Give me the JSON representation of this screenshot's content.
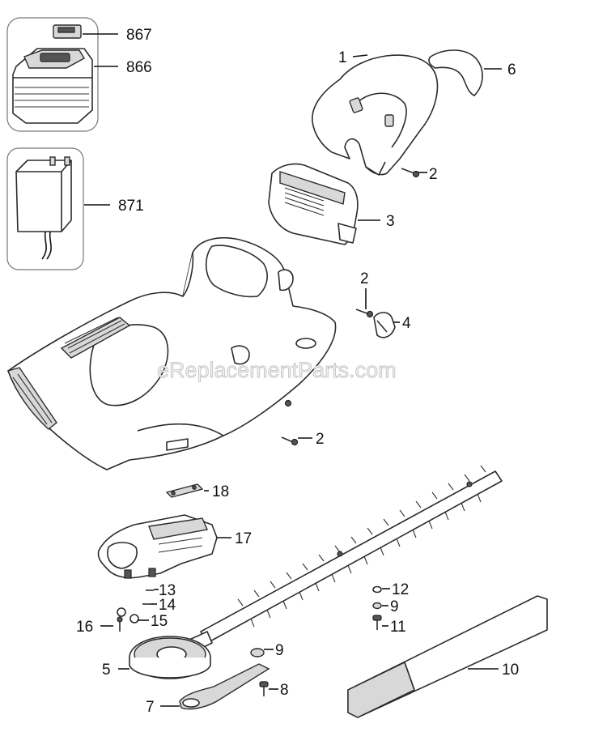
{
  "watermark": "eReplacementParts.com",
  "callouts": {
    "c867": "867",
    "c866": "866",
    "c871": "871",
    "c1": "1",
    "c6": "6",
    "c2a": "2",
    "c3": "3",
    "c2b": "2",
    "c4": "4",
    "c2c": "2",
    "c18": "18",
    "c17": "17",
    "c13": "13",
    "c14": "14",
    "c15": "15",
    "c16": "16",
    "c12": "12",
    "c9a": "9",
    "c11": "11",
    "c9b": "9",
    "c5": "5",
    "c10": "10",
    "c8": "8",
    "c7": "7"
  }
}
